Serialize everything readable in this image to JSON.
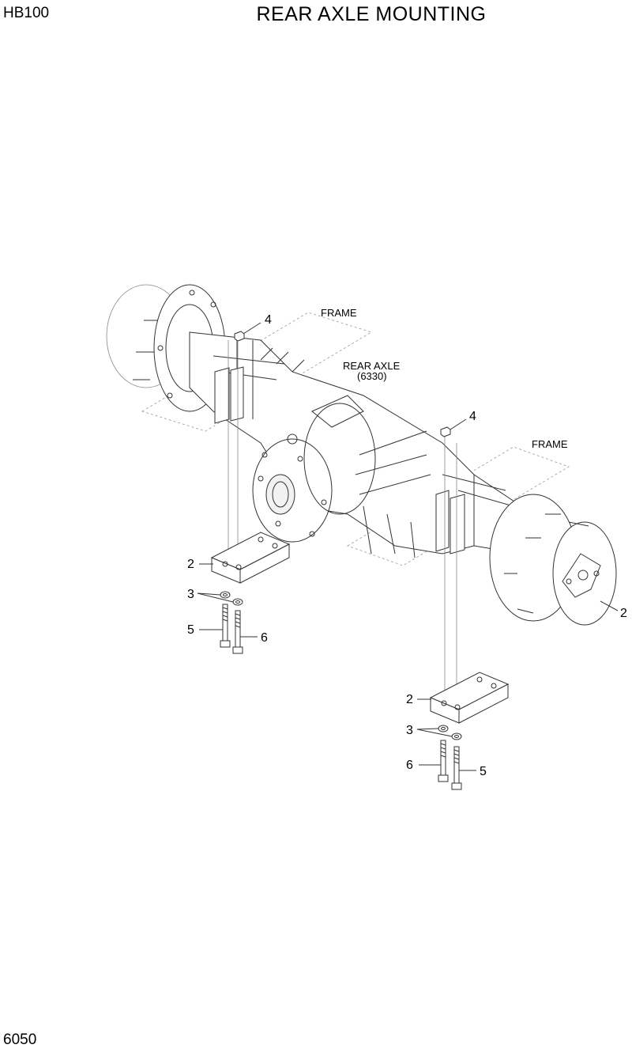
{
  "header": {
    "model": "HB100",
    "title": "REAR AXLE MOUNTING"
  },
  "footer": {
    "page_number": "6050"
  },
  "diagram": {
    "labels": {
      "frame_left": "FRAME",
      "frame_right": "FRAME",
      "rear_axle": "REAR AXLE",
      "rear_axle_ref": "(6330)"
    },
    "callouts": {
      "nut_left": "4",
      "nut_right": "4",
      "pad_left": "2",
      "pad_right": "2",
      "hub_right": "2",
      "washer_left": "3",
      "washer_right": "3",
      "bolt_left_a": "5",
      "bolt_left_b": "6",
      "bolt_right_a": "6",
      "bolt_right_b": "5"
    }
  }
}
